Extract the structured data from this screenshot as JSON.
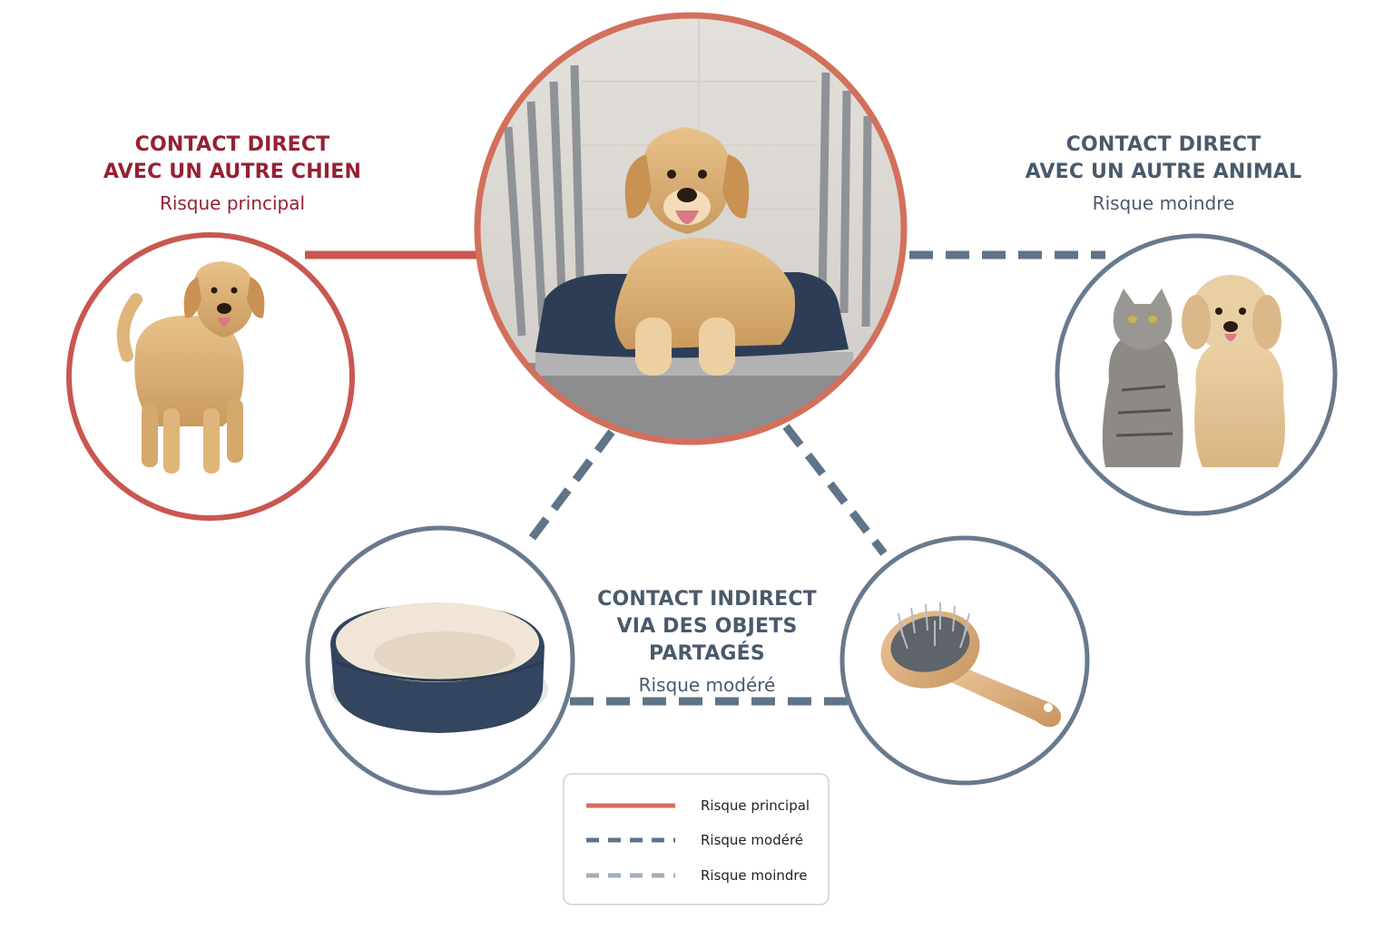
{
  "colors": {
    "main": "#d2705c",
    "main_text": "#962033",
    "dog_ring": "#c9574f",
    "moderate": "#5f7488",
    "minor": "#a3afba",
    "ring_gray": "#687a8c"
  },
  "labels": {
    "dog_contact": {
      "title_line1": "CONTACT DIRECT",
      "title_line2": "AVEC UN AUTRE CHIEN",
      "subtitle": "Risque principal"
    },
    "animal_contact": {
      "title_line1": "CONTACT DIRECT",
      "title_line2": "AVEC UN AUTRE ANIMAL",
      "subtitle": "Risque moindre"
    },
    "indirect_contact": {
      "title_line1": "CONTACT INDIRECT",
      "title_line2": "VIA DES OBJETS PARTAGÉS",
      "subtitle": "Risque modéré"
    }
  },
  "nodes": [
    {
      "id": "kennel-dog",
      "icon": "dog-in-kennel-photo",
      "ring": "main"
    },
    {
      "id": "other-dog",
      "icon": "standing-dog-photo",
      "ring": "dog_ring"
    },
    {
      "id": "cat-and-dog",
      "icon": "cat-and-dog-photo",
      "ring": "ring_gray"
    },
    {
      "id": "dog-bed",
      "icon": "dog-bed-photo",
      "ring": "ring_gray"
    },
    {
      "id": "brush",
      "icon": "pet-brush-photo",
      "ring": "ring_gray"
    }
  ],
  "legend": {
    "items": [
      {
        "label": "Risque principal",
        "style": "solid",
        "color": "#d2705c"
      },
      {
        "label": "Risque modéré",
        "style": "dashed",
        "color": "#5f7488"
      },
      {
        "label": "Risque moindre",
        "style": "dashed",
        "color": "#a3afba"
      }
    ]
  }
}
